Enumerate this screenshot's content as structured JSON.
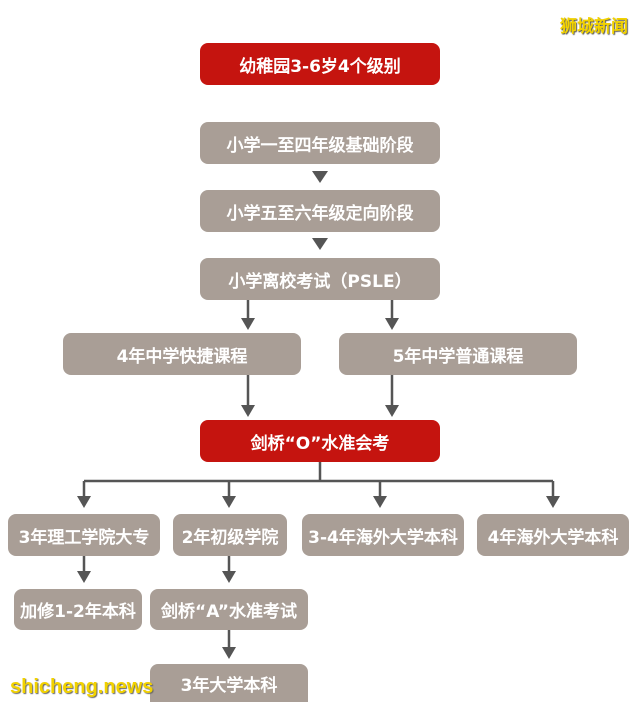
{
  "watermarks": {
    "top": "狮城新闻",
    "bottom": "shicheng.news"
  },
  "nodes": {
    "kindergarten": "幼稚园3-6岁4个级别",
    "primary_foundation": "小学一至四年级基础阶段",
    "primary_orientation": "小学五至六年级定向阶段",
    "psle": "小学离校考试（PSLE）",
    "express_secondary": "4年中学快捷课程",
    "normal_secondary": "5年中学普通课程",
    "o_level": "剑桥“O”水准会考",
    "polytechnic": "3年理工学院大专",
    "junior_college": "2年初级学院",
    "overseas_3_4": "3-4年海外大学本科",
    "overseas_4": "4年海外大学本科",
    "extra_degree": "加修1-2年本科",
    "a_level": "剑桥“A”水准考试",
    "university": "3年大学本科"
  },
  "colors": {
    "highlight_box": "#c5140f",
    "normal_box": "#a99e96",
    "connector": "#555555"
  }
}
